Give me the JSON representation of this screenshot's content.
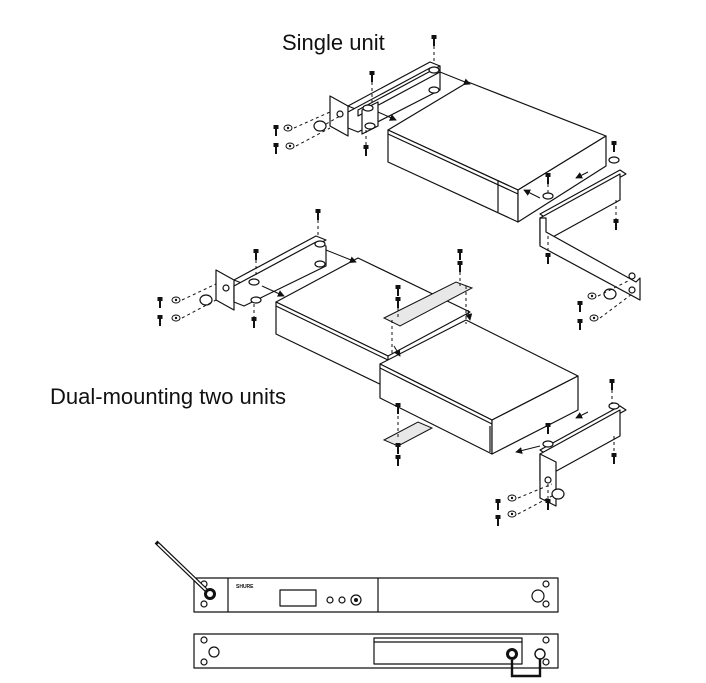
{
  "titles": {
    "single_unit": "Single unit",
    "dual_mounting": "Dual-mounting two units"
  },
  "front_panel": {
    "brand": "SHURE"
  },
  "colors": {
    "line": "#111111",
    "background": "#ffffff"
  }
}
